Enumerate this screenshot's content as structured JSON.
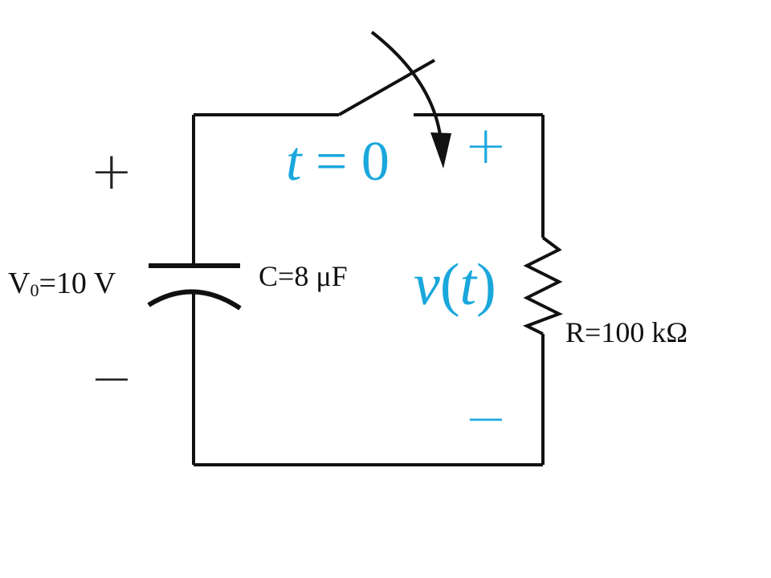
{
  "labels": {
    "source_voltage_main": "V",
    "source_voltage_sub": "0",
    "source_voltage_value": "=10 V",
    "capacitance": "C=8 μF",
    "resistance": "R=100 kΩ",
    "switch_time_var": "t",
    "switch_time_rest": " = 0",
    "output_func": "v",
    "output_paren_open": "(",
    "output_arg": "t",
    "output_paren_close": ")",
    "plus_sign": "+",
    "minus_sign": "−"
  },
  "colors": {
    "wire": "#111111",
    "accent_blue": "#1aa7dc"
  }
}
